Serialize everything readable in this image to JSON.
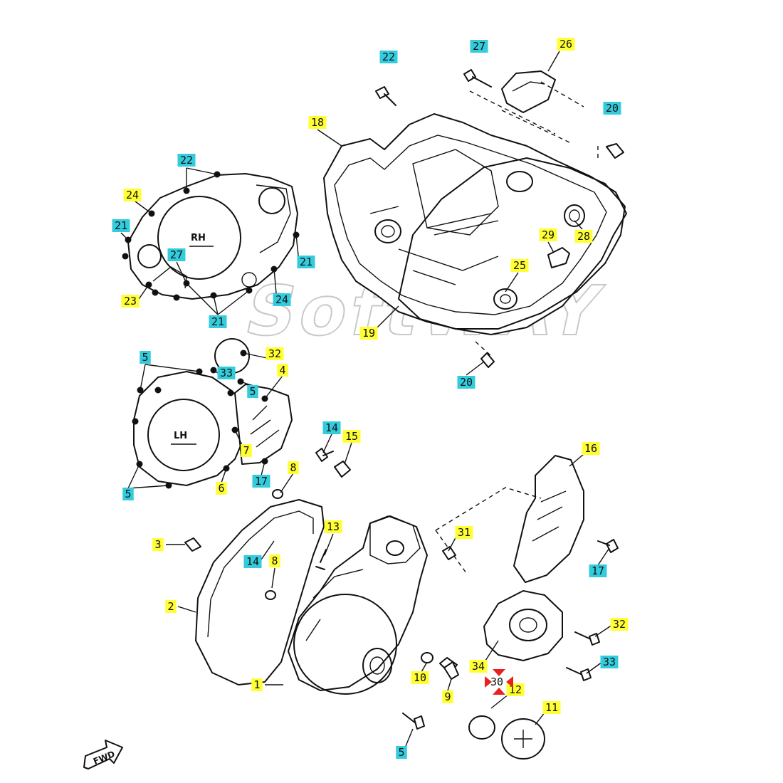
{
  "colors": {
    "yellow": "#ffff33",
    "cyan": "#33ccdd",
    "marker": "#e8201e"
  },
  "watermark": "SoftWAY",
  "side_labels": {
    "rh": "RH",
    "lh": "LH"
  },
  "fwd_label": "FWD",
  "marker_label": "30",
  "callouts": [
    {
      "id": "c22top",
      "text": "22",
      "bg": "cyan"
    },
    {
      "id": "c27top",
      "text": "27",
      "bg": "cyan"
    },
    {
      "id": "c26",
      "text": "26",
      "bg": "yellow"
    },
    {
      "id": "c20top",
      "text": "20",
      "bg": "cyan"
    },
    {
      "id": "c18",
      "text": "18",
      "bg": "yellow"
    },
    {
      "id": "c22rh",
      "text": "22",
      "bg": "cyan"
    },
    {
      "id": "c24l",
      "text": "24",
      "bg": "yellow"
    },
    {
      "id": "c21l",
      "text": "21",
      "bg": "cyan"
    },
    {
      "id": "c27rh",
      "text": "27",
      "bg": "cyan"
    },
    {
      "id": "c21r",
      "text": "21",
      "bg": "cyan"
    },
    {
      "id": "c23",
      "text": "23",
      "bg": "yellow"
    },
    {
      "id": "c24r",
      "text": "24",
      "bg": "cyan"
    },
    {
      "id": "c21b",
      "text": "21",
      "bg": "cyan"
    },
    {
      "id": "c28",
      "text": "28",
      "bg": "yellow"
    },
    {
      "id": "c29",
      "text": "29",
      "bg": "yellow"
    },
    {
      "id": "c25",
      "text": "25",
      "bg": "yellow"
    },
    {
      "id": "c19",
      "text": "19",
      "bg": "yellow"
    },
    {
      "id": "c20b",
      "text": "20",
      "bg": "cyan"
    },
    {
      "id": "c5a",
      "text": "5",
      "bg": "cyan"
    },
    {
      "id": "c33lh",
      "text": "33",
      "bg": "cyan"
    },
    {
      "id": "c32lh",
      "text": "32",
      "bg": "yellow"
    },
    {
      "id": "c4",
      "text": "4",
      "bg": "yellow"
    },
    {
      "id": "c5b",
      "text": "5",
      "bg": "cyan"
    },
    {
      "id": "c7",
      "text": "7",
      "bg": "yellow"
    },
    {
      "id": "c5c",
      "text": "5",
      "bg": "cyan"
    },
    {
      "id": "c6",
      "text": "6",
      "bg": "yellow"
    },
    {
      "id": "c17a",
      "text": "17",
      "bg": "cyan"
    },
    {
      "id": "c14a",
      "text": "14",
      "bg": "cyan"
    },
    {
      "id": "c15",
      "text": "15",
      "bg": "yellow"
    },
    {
      "id": "c8a",
      "text": "8",
      "bg": "yellow"
    },
    {
      "id": "c16",
      "text": "16",
      "bg": "yellow"
    },
    {
      "id": "c13",
      "text": "13",
      "bg": "yellow"
    },
    {
      "id": "c3",
      "text": "3",
      "bg": "yellow"
    },
    {
      "id": "c14b",
      "text": "14",
      "bg": "cyan"
    },
    {
      "id": "c8b",
      "text": "8",
      "bg": "yellow"
    },
    {
      "id": "c31",
      "text": "31",
      "bg": "yellow"
    },
    {
      "id": "c17b",
      "text": "17",
      "bg": "cyan"
    },
    {
      "id": "c2",
      "text": "2",
      "bg": "yellow"
    },
    {
      "id": "c32b",
      "text": "32",
      "bg": "yellow"
    },
    {
      "id": "c34",
      "text": "34",
      "bg": "yellow"
    },
    {
      "id": "c33b",
      "text": "33",
      "bg": "cyan"
    },
    {
      "id": "c10",
      "text": "10",
      "bg": "yellow"
    },
    {
      "id": "c9",
      "text": "9",
      "bg": "yellow"
    },
    {
      "id": "c12",
      "text": "12",
      "bg": "yellow"
    },
    {
      "id": "c1",
      "text": "1",
      "bg": "yellow"
    },
    {
      "id": "c11",
      "text": "11",
      "bg": "yellow"
    },
    {
      "id": "c5d",
      "text": "5",
      "bg": "cyan"
    }
  ]
}
